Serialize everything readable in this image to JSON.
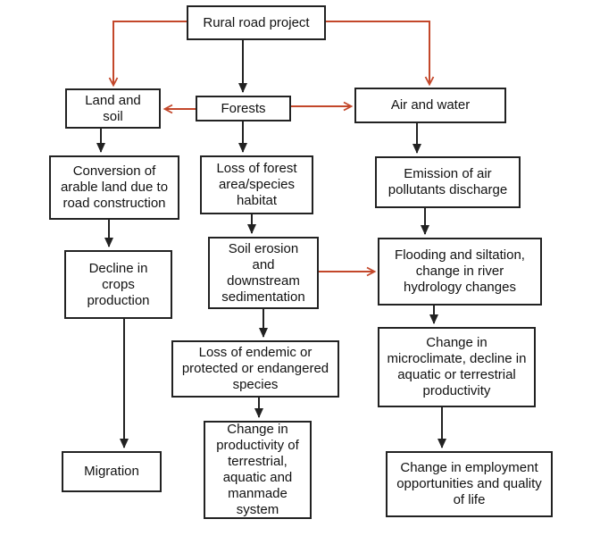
{
  "diagram": {
    "nodes": {
      "rural": {
        "label": "Rural road project"
      },
      "land_soil": {
        "label": "Land and\nsoil"
      },
      "forests": {
        "label": "Forests"
      },
      "air_water": {
        "label": "Air and water"
      },
      "conversion": {
        "label": "Conversion of\narable land due to\nroad construction"
      },
      "loss_forest": {
        "label": "Loss of forest\narea/species\nhabitat"
      },
      "emission": {
        "label": "Emission of air\npollutants discharge"
      },
      "decline": {
        "label": "Decline in\ncrops\nproduction"
      },
      "soil_erosion": {
        "label": "Soil erosion\nand\ndownstream\nsedimentation"
      },
      "flooding": {
        "label": "Flooding and siltation,\nchange in river\nhydrology changes"
      },
      "loss_endemic": {
        "label": "Loss of endemic or\nprotected or endangered\nspecies"
      },
      "microclimate": {
        "label": "Change in\nmicroclimate, decline in\naquatic or terrestrial\nproductivity"
      },
      "migration": {
        "label": "Migration"
      },
      "productivity": {
        "label": "Change in\nproductivity of\nterrestrial,\naquatic and\nmanmade\nsystem"
      },
      "employment": {
        "label": "Change in employment\nopportunities and quality\nof life"
      }
    },
    "edges": [
      {
        "from": "rural",
        "to": "land_soil",
        "color": "red"
      },
      {
        "from": "rural",
        "to": "forests",
        "color": "black"
      },
      {
        "from": "rural",
        "to": "air_water",
        "color": "red"
      },
      {
        "from": "forests",
        "to": "land_soil",
        "color": "red"
      },
      {
        "from": "forests",
        "to": "air_water",
        "color": "red"
      },
      {
        "from": "land_soil",
        "to": "conversion",
        "color": "black"
      },
      {
        "from": "forests",
        "to": "loss_forest",
        "color": "black"
      },
      {
        "from": "air_water",
        "to": "emission",
        "color": "black"
      },
      {
        "from": "conversion",
        "to": "decline",
        "color": "black"
      },
      {
        "from": "loss_forest",
        "to": "soil_erosion",
        "color": "black"
      },
      {
        "from": "emission",
        "to": "flooding",
        "color": "black"
      },
      {
        "from": "soil_erosion",
        "to": "flooding",
        "color": "red"
      },
      {
        "from": "soil_erosion",
        "to": "loss_endemic",
        "color": "black"
      },
      {
        "from": "flooding",
        "to": "microclimate",
        "color": "black"
      },
      {
        "from": "decline",
        "to": "migration",
        "color": "black"
      },
      {
        "from": "loss_endemic",
        "to": "productivity",
        "color": "black"
      },
      {
        "from": "microclimate",
        "to": "employment",
        "color": "black"
      }
    ],
    "colors": {
      "arrow_black": "#222222",
      "arrow_red": "#c3472a",
      "box_border": "#222222",
      "background": "#ffffff"
    }
  }
}
